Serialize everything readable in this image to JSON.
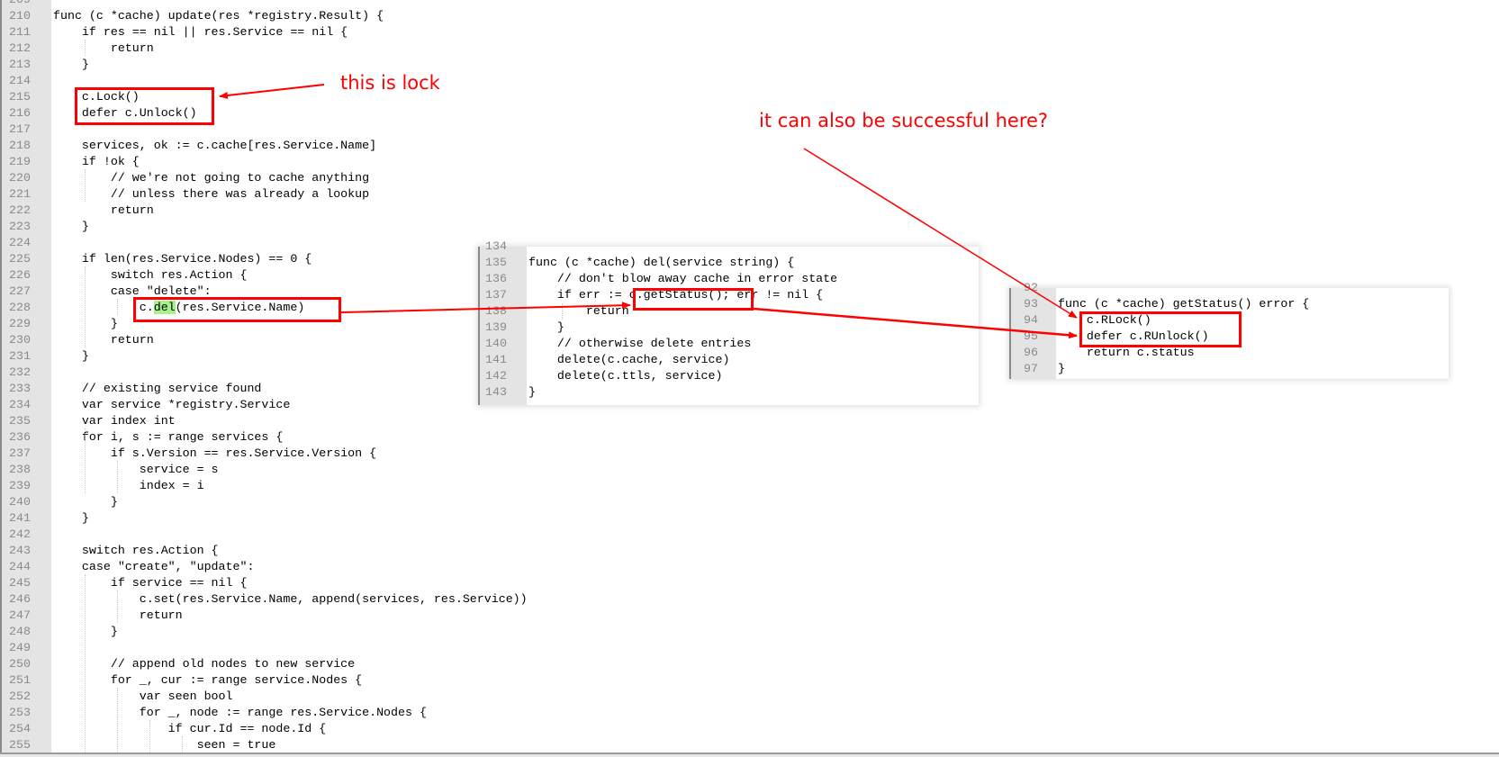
{
  "main_editor": {
    "first_partial_line_number": "209",
    "lines": [
      {
        "n": "210",
        "code": "func (c *cache) update(res *registry.Result) {"
      },
      {
        "n": "211",
        "code": "    if res == nil || res.Service == nil {"
      },
      {
        "n": "212",
        "code": "        return"
      },
      {
        "n": "213",
        "code": "    }"
      },
      {
        "n": "214",
        "code": ""
      },
      {
        "n": "215",
        "code": "    c.Lock()"
      },
      {
        "n": "216",
        "code": "    defer c.Unlock()"
      },
      {
        "n": "217",
        "code": ""
      },
      {
        "n": "218",
        "code": "    services, ok := c.cache[res.Service.Name]"
      },
      {
        "n": "219",
        "code": "    if !ok {"
      },
      {
        "n": "220",
        "code": "        // we're not going to cache anything"
      },
      {
        "n": "221",
        "code": "        // unless there was already a lookup"
      },
      {
        "n": "222",
        "code": "        return"
      },
      {
        "n": "223",
        "code": "    }"
      },
      {
        "n": "224",
        "code": ""
      },
      {
        "n": "225",
        "code": "    if len(res.Service.Nodes) == 0 {"
      },
      {
        "n": "226",
        "code": "        switch res.Action {"
      },
      {
        "n": "227",
        "code": "        case \"delete\":"
      },
      {
        "n": "228",
        "code": "            c.del(res.Service.Name)",
        "highlight": "del"
      },
      {
        "n": "229",
        "code": "        }"
      },
      {
        "n": "230",
        "code": "        return"
      },
      {
        "n": "231",
        "code": "    }"
      },
      {
        "n": "232",
        "code": ""
      },
      {
        "n": "233",
        "code": "    // existing service found"
      },
      {
        "n": "234",
        "code": "    var service *registry.Service"
      },
      {
        "n": "235",
        "code": "    var index int"
      },
      {
        "n": "236",
        "code": "    for i, s := range services {"
      },
      {
        "n": "237",
        "code": "        if s.Version == res.Service.Version {"
      },
      {
        "n": "238",
        "code": "            service = s"
      },
      {
        "n": "239",
        "code": "            index = i"
      },
      {
        "n": "240",
        "code": "        }"
      },
      {
        "n": "241",
        "code": "    }"
      },
      {
        "n": "242",
        "code": ""
      },
      {
        "n": "243",
        "code": "    switch res.Action {"
      },
      {
        "n": "244",
        "code": "    case \"create\", \"update\":"
      },
      {
        "n": "245",
        "code": "        if service == nil {"
      },
      {
        "n": "246",
        "code": "            c.set(res.Service.Name, append(services, res.Service))"
      },
      {
        "n": "247",
        "code": "            return"
      },
      {
        "n": "248",
        "code": "        }"
      },
      {
        "n": "249",
        "code": ""
      },
      {
        "n": "250",
        "code": "        // append old nodes to new service"
      },
      {
        "n": "251",
        "code": "        for _, cur := range service.Nodes {"
      },
      {
        "n": "252",
        "code": "            var seen bool"
      },
      {
        "n": "253",
        "code": "            for _, node := range res.Service.Nodes {"
      },
      {
        "n": "254",
        "code": "                if cur.Id == node.Id {"
      },
      {
        "n": "255",
        "code": "                    seen = true"
      }
    ]
  },
  "del_panel": {
    "first_partial_line_number": "134",
    "lines": [
      {
        "n": "135",
        "code": "func (c *cache) del(service string) {"
      },
      {
        "n": "136",
        "code": "    // don't blow away cache in error state"
      },
      {
        "n": "137",
        "code": "    if err := c.getStatus(); err != nil {"
      },
      {
        "n": "138",
        "code": "        return"
      },
      {
        "n": "139",
        "code": "    }"
      },
      {
        "n": "140",
        "code": "    // otherwise delete entries"
      },
      {
        "n": "141",
        "code": "    delete(c.cache, service)"
      },
      {
        "n": "142",
        "code": "    delete(c.ttls, service)"
      },
      {
        "n": "143",
        "code": "}"
      }
    ]
  },
  "status_panel": {
    "first_partial_line_number": "92",
    "lines": [
      {
        "n": "93",
        "code": "func (c *cache) getStatus() error {"
      },
      {
        "n": "94",
        "code": "    c.RLock()"
      },
      {
        "n": "95",
        "code": "    defer c.RUnlock()"
      },
      {
        "n": "96",
        "code": "    return c.status"
      },
      {
        "n": "97",
        "code": "}"
      }
    ]
  },
  "annotations": {
    "lock_note": "this is lock",
    "question_note": "it can also be successful here?",
    "color": "#ff0000"
  },
  "colors": {
    "gutter_bg": "#e4e4e4",
    "line_number": "#8a8a8a",
    "highlight": "#a6f28a",
    "annotation_red": "#ff0000"
  }
}
